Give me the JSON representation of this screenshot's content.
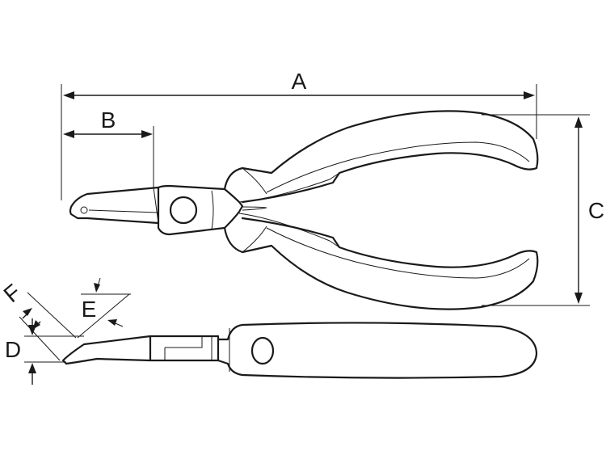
{
  "dimension_labels": {
    "a": "A",
    "b": "B",
    "c": "C",
    "d": "D",
    "e": "E",
    "f": "F"
  },
  "colors": {
    "line": "#1a1a1a",
    "background": "#ffffff"
  }
}
